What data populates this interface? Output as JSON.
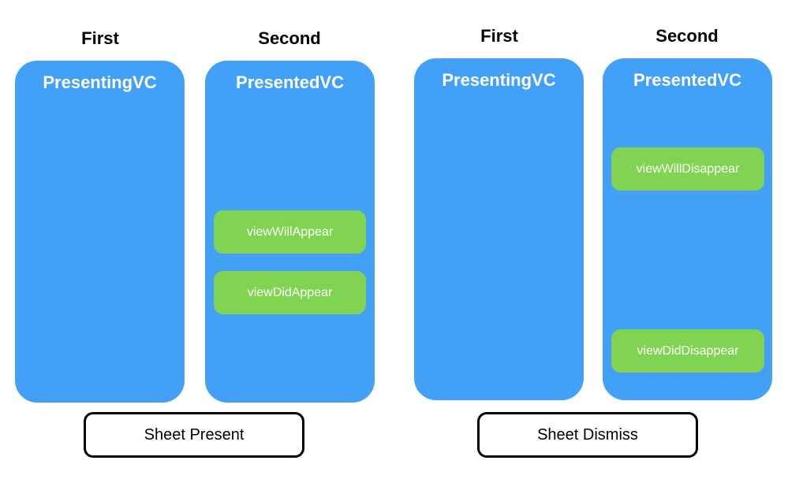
{
  "colors": {
    "vc_box": "#42a1f7",
    "event_pill": "#80d451",
    "text_on_box": "#ffffff",
    "outline": "#000000"
  },
  "present": {
    "first_label": "First",
    "second_label": "Second",
    "presenting_title": "PresentingVC",
    "presented_title": "PresentedVC",
    "events": [
      "viewWillAppear",
      "viewDidAppear"
    ],
    "action_label": "Sheet Present"
  },
  "dismiss": {
    "first_label": "First",
    "second_label": "Second",
    "presenting_title": "PresentingVC",
    "presented_title": "PresentedVC",
    "events": [
      "viewWillDisappear",
      "viewDidDisappear"
    ],
    "action_label": "Sheet Dismiss"
  }
}
